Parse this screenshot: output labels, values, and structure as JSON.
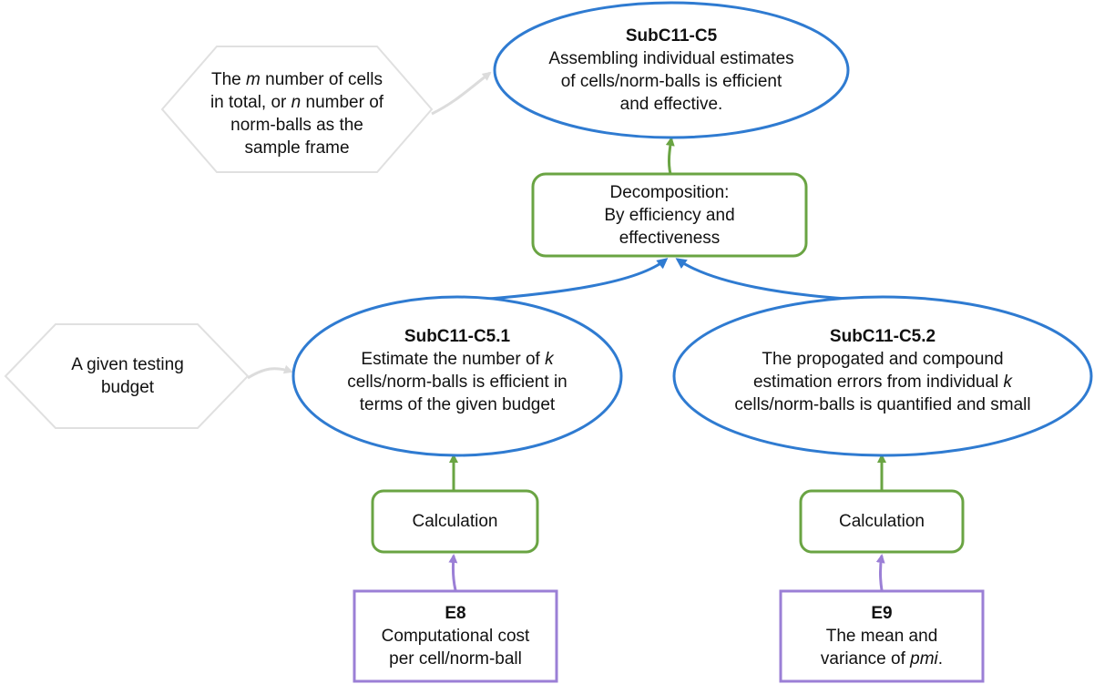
{
  "colors": {
    "goal": "#2f7bd1",
    "strategy": "#6aa443",
    "evidence": "#9b7fd6",
    "context": "#dcdcdc"
  },
  "nodes": {
    "c5": {
      "title": "SubC11-C5",
      "lines": [
        "Assembling individual estimates",
        "of cells/norm-balls is efficient",
        "and effective."
      ]
    },
    "ctx_top": {
      "lines": [
        [
          {
            "t": "The "
          },
          {
            "t": "m",
            "i": true
          },
          {
            "t": " number of cells"
          }
        ],
        [
          {
            "t": "in total, or "
          },
          {
            "t": "n",
            "i": true
          },
          {
            "t": " number of"
          }
        ],
        [
          {
            "t": "norm-balls as the"
          }
        ],
        [
          {
            "t": "sample frame"
          }
        ]
      ]
    },
    "decomp": {
      "lines": [
        "Decomposition:",
        "By efficiency and",
        "effectiveness"
      ]
    },
    "c51": {
      "title": "SubC11-C5.1",
      "lines": [
        [
          {
            "t": "Estimate the number of "
          },
          {
            "t": "k",
            "i": true
          }
        ],
        [
          {
            "t": "cells/norm-balls is efficient in"
          }
        ],
        [
          {
            "t": "terms of the given budget"
          }
        ]
      ]
    },
    "ctx_budget": {
      "lines": [
        "A given testing",
        "budget"
      ]
    },
    "c52": {
      "title": "SubC11-C5.2",
      "lines": [
        [
          {
            "t": "The propogated and compound"
          }
        ],
        [
          {
            "t": "estimation errors from individual "
          },
          {
            "t": "k",
            "i": true
          }
        ],
        [
          {
            "t": "cells/norm-balls is quantified and small"
          }
        ]
      ]
    },
    "calc1": {
      "lines": [
        "Calculation"
      ]
    },
    "calc2": {
      "lines": [
        "Calculation"
      ]
    },
    "e8": {
      "title": "E8",
      "lines": [
        "Computational cost",
        "per cell/norm-ball"
      ]
    },
    "e9": {
      "title": "E9",
      "lines": [
        [
          {
            "t": "The mean and"
          }
        ],
        [
          {
            "t": "variance of "
          },
          {
            "t": "pmi",
            "i": true
          },
          {
            "t": "."
          }
        ]
      ]
    }
  }
}
